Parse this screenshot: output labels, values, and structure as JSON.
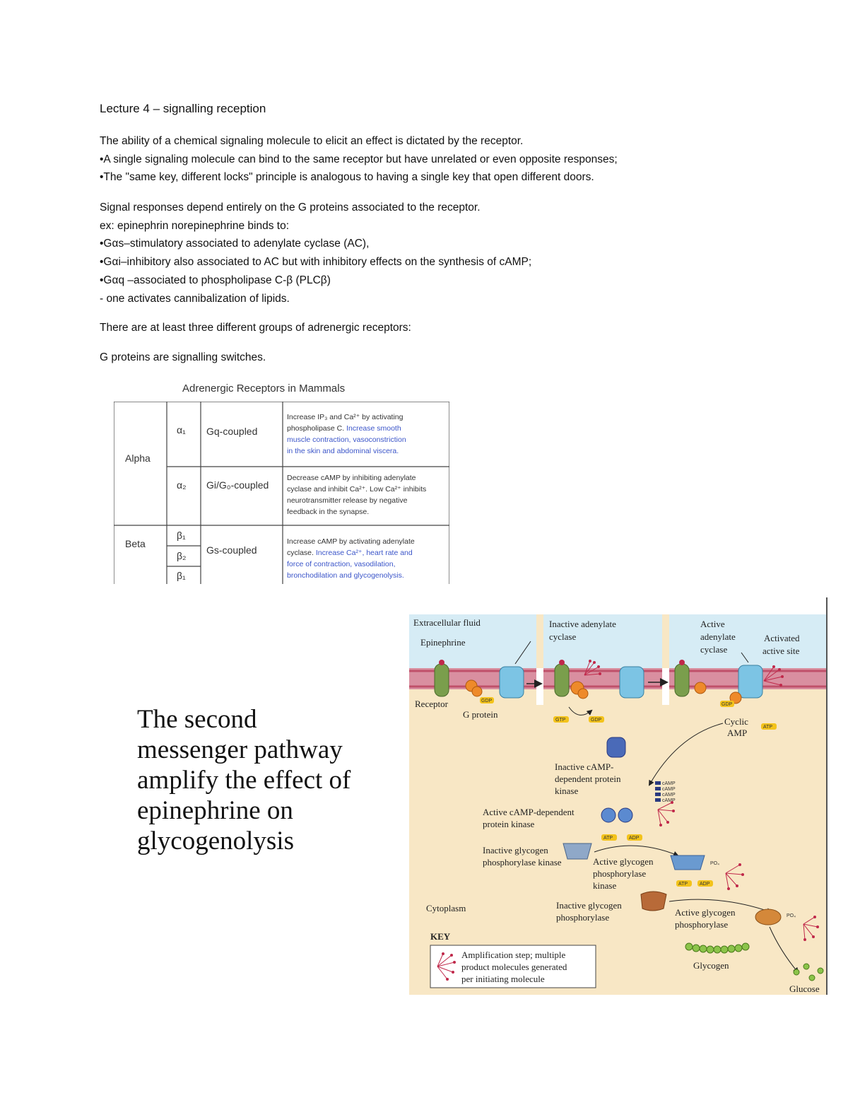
{
  "heading": "Lecture 4 – signalling reception",
  "paragraph1": [
    "The ability of a chemical signaling molecule to elicit an effect is dictated by the receptor.",
    "•A single signaling molecule can bind to the same receptor but have unrelated or even opposite responses;",
    "•The \"same key, different locks\" principle is analogous to having a single key that open different doors."
  ],
  "paragraph2": [
    "Signal responses depend entirely on the G proteins associated to the receptor.",
    "ex: epinephrin norepinephrine binds to:",
    "•Gαs–stimulatory associated to adenylate cyclase (AC),",
    "•Gαi–inhibitory also associated to AC but with inhibitory effects on the synthesis of cAMP;",
    "•Gαq –associated to phospholipase C-β (PLCβ)",
    "- one activates cannibalization of lipids."
  ],
  "paragraph3": "There are at least three different groups of adrenergic receptors:",
  "paragraph4": "G proteins are signalling switches.",
  "adrenergic_table": {
    "title": "Adrenergic Receptors in Mammals",
    "alpha_label": "Alpha",
    "beta_label": "Beta",
    "rows": {
      "alpha1": {
        "subtype": "α₁",
        "coupling": "Gq-coupled",
        "desc_plain": [
          "Increase IP₃ and Ca²⁺ by activating",
          "phospholipase C. "
        ],
        "desc_blue": [
          "Increase smooth",
          "muscle contraction, vasoconstriction",
          "in the skin and abdominal viscera."
        ]
      },
      "alpha2": {
        "subtype": "α₂",
        "coupling": "Gi/G₀-coupled",
        "desc_plain": [
          "Decrease cAMP by inhibiting adenylate",
          "cyclase and inhibit Ca²⁺. Low Ca²⁺ inhibits",
          "neurotransmitter release by negative",
          "feedback in the synapse."
        ]
      },
      "beta": {
        "subtypes": [
          "β₁",
          "β₂",
          "β₁"
        ],
        "coupling": "Gs-coupled",
        "desc_plain": [
          "Increase cAMP by activating adenylate",
          "cyclase. "
        ],
        "desc_blue": [
          "Increase Ca²⁺, heart rate and",
          "force of contraction, vasodilation,",
          "bronchodilation and glycogenolysis."
        ]
      }
    }
  },
  "figure_caption": [
    "The second",
    "messenger pathway",
    "amplify the effect of",
    "epinephrine on",
    "glycogenolysis"
  ],
  "diagram": {
    "extracellular": "Extracellular fluid",
    "epinephrine": "Epinephrine",
    "inactive_ac": [
      "Inactive adenylate",
      "cyclase"
    ],
    "active_ac": [
      "Active",
      "adenylate",
      "cyclase"
    ],
    "activated_site": [
      "Activated",
      "active site"
    ],
    "receptor": "Receptor",
    "g_protein": "G protein",
    "gdp": "GDP",
    "gtp": "GTP",
    "atp": "ATP",
    "adp": "ADP",
    "camp": "cAMP",
    "cyclic_amp": [
      "Cyclic",
      "AMP"
    ],
    "inactive_pka": [
      "Inactive cAMP-",
      "dependent protein",
      "kinase"
    ],
    "active_pka": [
      "Active cAMP-dependent",
      "protein kinase"
    ],
    "inactive_gpk": [
      "Inactive glycogen",
      "phosphorylase kinase"
    ],
    "active_gpk": [
      "Active glycogen",
      "phosphorylase",
      "kinase"
    ],
    "po4": "PO₄",
    "inactive_gp": [
      "Inactive glycogen",
      "phosphorylase"
    ],
    "active_gp": [
      "Active glycogen",
      "phosphorylase"
    ],
    "cytoplasm": "Cytoplasm",
    "glycogen": "Glycogen",
    "glucose": "Glucose",
    "key": "KEY",
    "key_text": [
      "Amplification step; multiple",
      "product molecules generated",
      "per initiating molecule"
    ]
  }
}
